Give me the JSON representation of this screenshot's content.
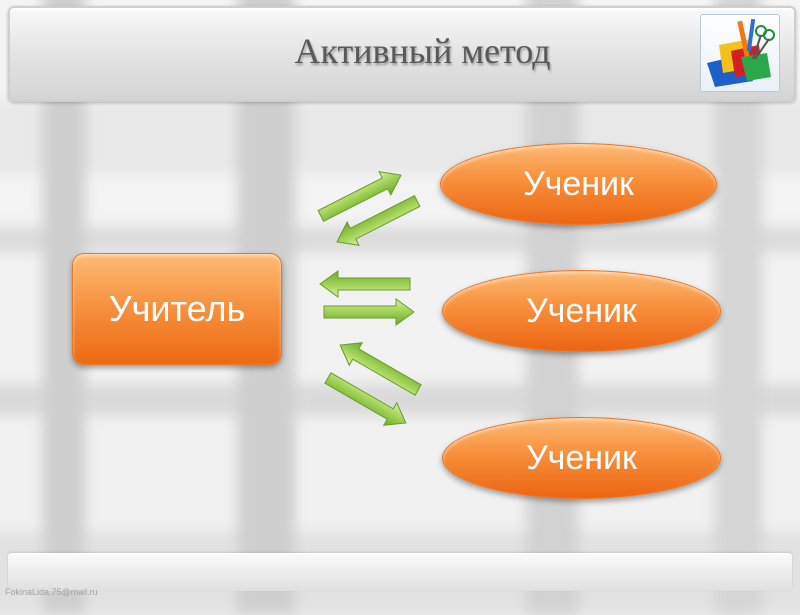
{
  "title": "Активный метод",
  "teacher": "Учитель",
  "students": [
    "Ученик",
    "Ученик",
    "Ученик"
  ],
  "footer_email": "FokinaLida.75@mail.ru",
  "colors": {
    "orange_light": "#fdbb77",
    "orange_dark": "#ec6a14",
    "arrow_light": "#c9e88a",
    "arrow_dark": "#6ea82a"
  },
  "icons": [
    "school-supplies-icon"
  ]
}
